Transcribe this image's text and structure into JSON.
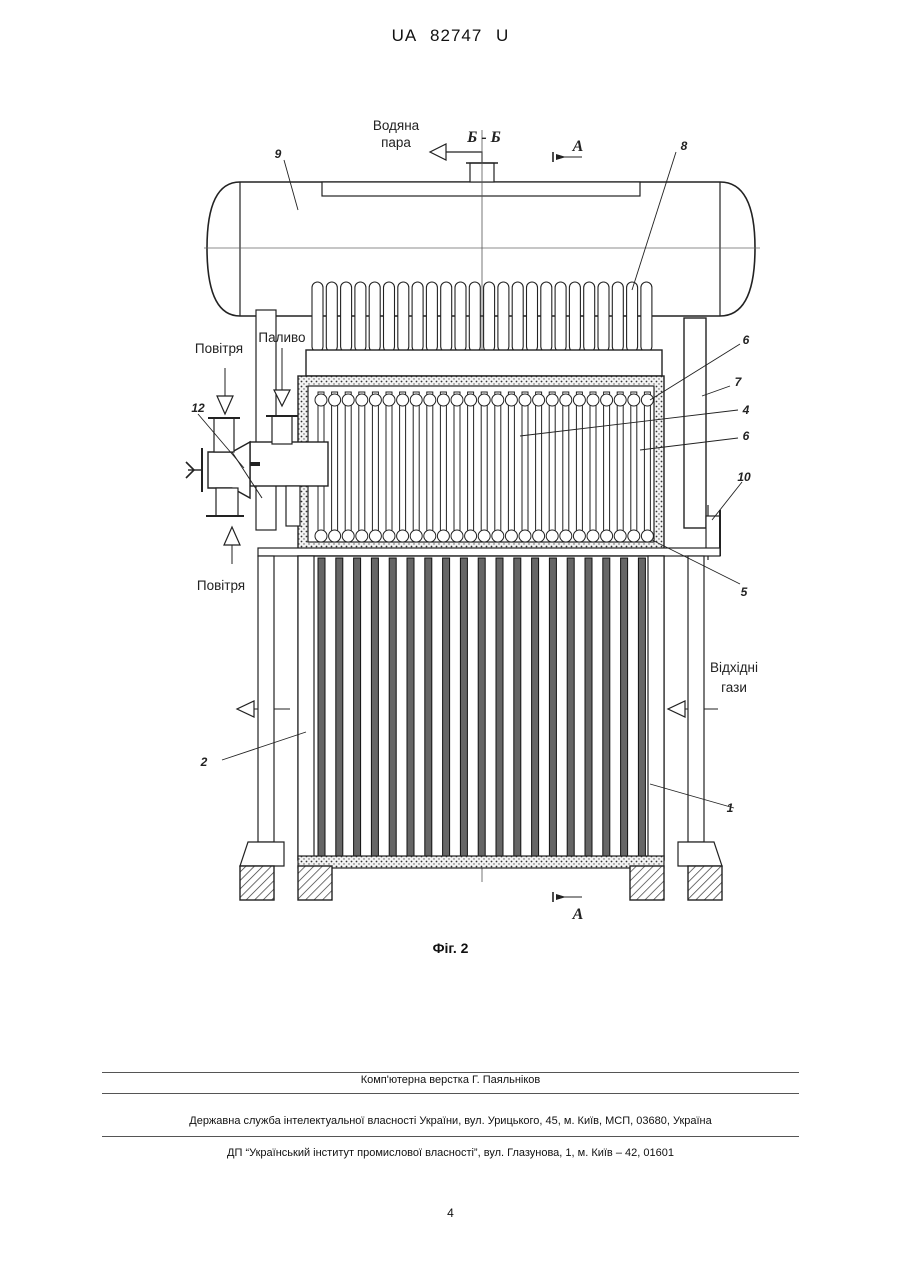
{
  "header": {
    "document_id": "UA 82747 U"
  },
  "figure": {
    "caption": "Фіг. 2",
    "section_label": "Б - Б",
    "section_arrow_top": "A",
    "section_arrow_bottom": "A",
    "labels": {
      "steam": "Водяна\nпара",
      "fuel": "Паливо",
      "air_top": "Повітря",
      "air_bottom": "Повітря",
      "flue_gases": "Відхідні\nгази"
    },
    "numbers": [
      "9",
      "8",
      "6",
      "7",
      "4",
      "6",
      "12",
      "10",
      "5",
      "2",
      "1"
    ]
  },
  "footer": {
    "layout": "Комп'ютерна верстка Г. Паяльніков",
    "agency": "Державна служба інтелектуальної власності України, вул. Урицького, 45, м. Київ, МСП, 03680, Україна",
    "institute": "ДП “Український інститут промислової власності”, вул. Глазунова, 1, м. Київ – 42, 01601"
  },
  "page_number": "4"
}
